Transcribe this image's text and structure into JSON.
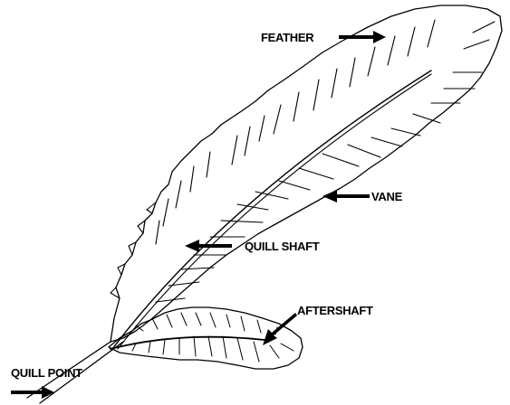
{
  "labels": {
    "feather": "FEATHER",
    "vane": "VANE",
    "quill_shaft": "QUILL SHAFT",
    "aftershaft": "AFTERSHAFT",
    "quill_point": "QUILL POINT"
  },
  "colors": {
    "ink": "#000000",
    "paper": "#ffffff"
  }
}
